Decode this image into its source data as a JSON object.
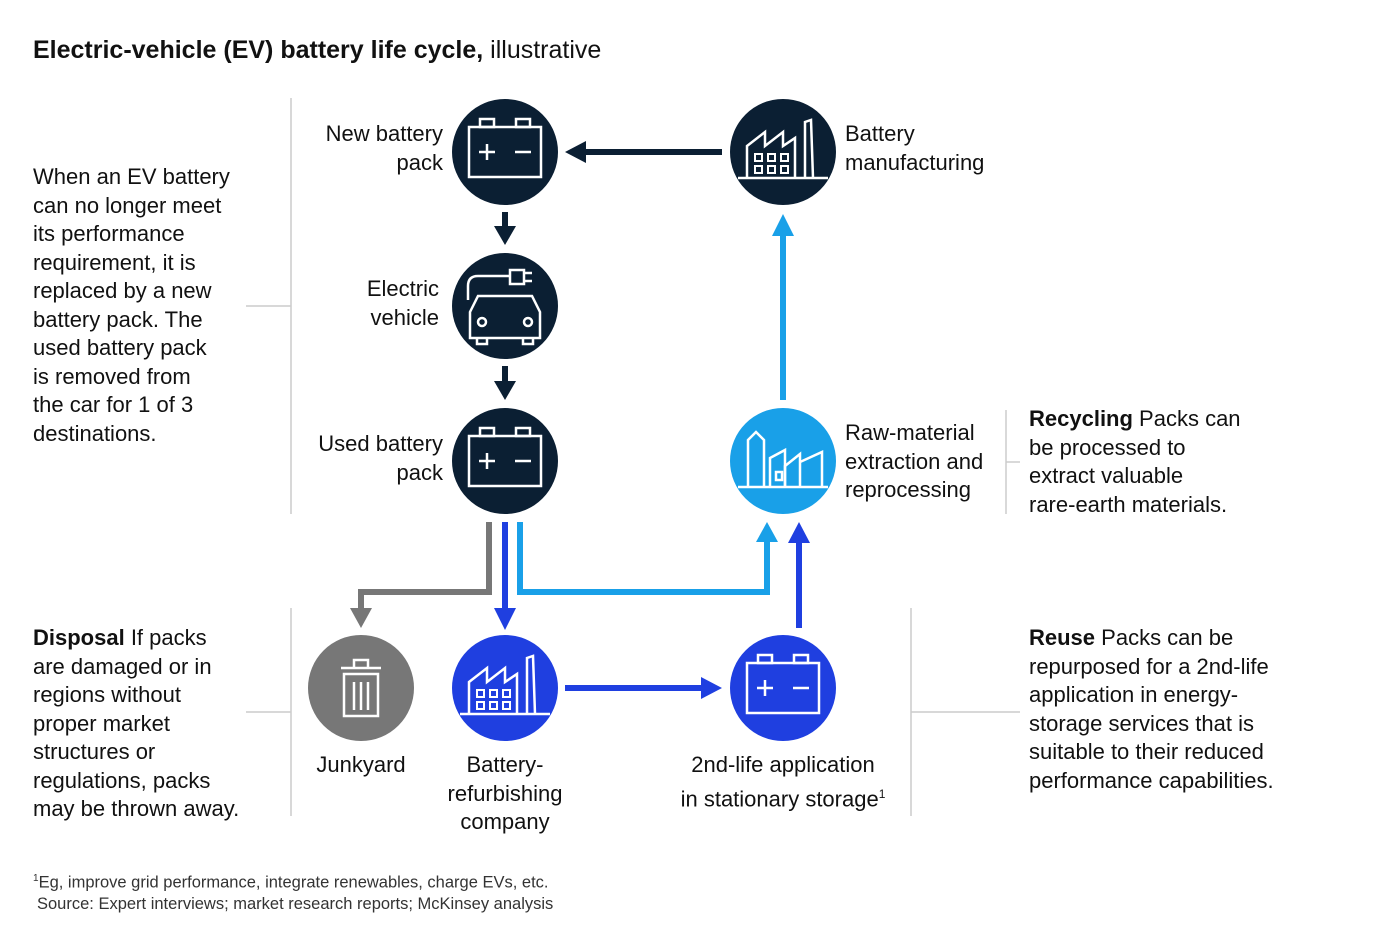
{
  "title": {
    "bold": "Electric-vehicle (EV) battery life cycle,",
    "light": " illustrative"
  },
  "nodes": {
    "new_pack": [
      "New battery",
      "pack"
    ],
    "ev": [
      "Electric",
      "vehicle"
    ],
    "used_pack": [
      "Used battery",
      "pack"
    ],
    "manufacturing": [
      "Battery",
      "manufacturing"
    ],
    "raw_material": [
      "Raw-material",
      "extraction and",
      "reprocessing"
    ],
    "junkyard": [
      "Junkyard"
    ],
    "refurbishing": [
      "Battery-",
      "refurbishing",
      "company"
    ],
    "second_life": [
      "2nd-life application",
      "in stationary storage"
    ],
    "second_life_sup": "1"
  },
  "notes": {
    "intro": [
      "When an EV battery",
      "can no longer meet",
      "its performance",
      "requirement, it is",
      "replaced by a new",
      "battery pack. The",
      "used battery pack",
      "is removed from",
      "the car for 1 of 3",
      "destinations."
    ],
    "recycling_head": "Recycling",
    "recycling_body": [
      " Packs can",
      "be processed to",
      "extract valuable",
      "rare-earth materials."
    ],
    "disposal_head": "Disposal",
    "disposal_body": [
      " If packs",
      "are damaged or in",
      "regions without",
      "proper market",
      "structures or",
      "regulations, packs",
      "may be thrown away."
    ],
    "reuse_head": "Reuse",
    "reuse_body": [
      " Packs can be",
      "repurposed for a 2nd-life",
      "application in energy-",
      "storage services that is",
      "suitable to their reduced",
      "performance capabilities."
    ]
  },
  "footnote": {
    "sup": "1",
    "line1": "Eg, improve grid performance, integrate renewables, charge EVs, etc.",
    "line2": "Source: Expert interviews; market research reports; McKinsey analysis"
  },
  "colors": {
    "navy": "#0b1f33",
    "gray": "#777777",
    "blue": "#1f3fe0",
    "cyan": "#19a0e8",
    "rule": "#cccccc"
  },
  "icons": {
    "new_pack": "battery-icon",
    "ev": "electric-car-icon",
    "used_pack": "battery-icon",
    "manufacturing": "factory-icon",
    "raw_material": "processing-plant-icon",
    "junkyard": "trash-can-icon",
    "refurbishing": "factory-icon",
    "second_life": "battery-icon"
  }
}
